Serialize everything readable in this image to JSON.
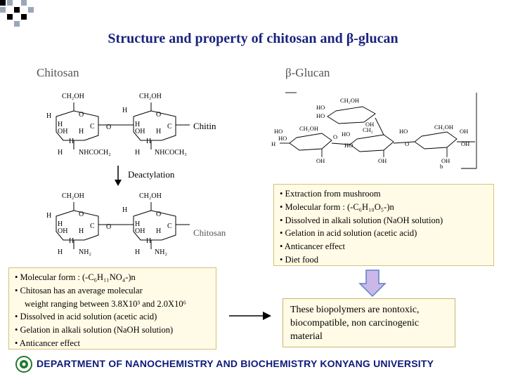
{
  "title": "Structure and property of chitosan and β-glucan",
  "headings": {
    "left": "Chitosan",
    "right": "β-Glucan"
  },
  "chitin_structure": {
    "label": "Chitin",
    "groups": {
      "ch2oh": "CH₂OH",
      "h": "H",
      "o": "O",
      "oh": "OH",
      "c": "C",
      "nhcoch2": "NHCOCH₂",
      "nhcoch3": "NHCOCH₃"
    }
  },
  "deacetylation": {
    "label": "Deactylation"
  },
  "chitosan_structure": {
    "label": "Chitosan",
    "groups": {
      "ch2oh": "CH₂OH",
      "h": "H",
      "o": "O",
      "oh": "OH",
      "c": "C",
      "nh2": "NH₂"
    }
  },
  "glucan_structure": {
    "groups": {
      "ch2oh": "CH₂OH",
      "ch2": "CH₂",
      "h": "H",
      "ho": "HO",
      "oh": "OH",
      "o": "O"
    },
    "corner_label": "b"
  },
  "chitosan_box": {
    "lines": [
      "• Molecular form : (-C₆H₁₁NO₄-)n",
      "• Chitosan has an average molecular",
      "weight ranging between 3.8X10³ and 2.0X10⁶",
      "• Dissolved in acid solution (acetic acid)",
      "• Gelation in alkali solution (NaOH solution)",
      "• Anticancer effect"
    ]
  },
  "glucan_box": {
    "lines": [
      "• Extraction from mushroom",
      "• Molecular form : (-C₆H₁₀O₅-)n",
      "• Dissolved in alkali solution (NaOH solution)",
      "• Gelation in acid solution (acetic acid)",
      "• Anticancer effect",
      "• Diet food"
    ]
  },
  "conclusion": {
    "lines": [
      "These biopolymers are nontoxic,",
      "biocompatible, non carcinogenic",
      "material"
    ]
  },
  "footer": {
    "text": "DEPARTMENT OF NANOCHEMISTRY AND BIOCHEMISTRY KONYANG UNIVERSITY"
  },
  "colors": {
    "title": "#1a237e",
    "box_fill": "#fffbe6",
    "arrow_fill": "#c9b8e8",
    "arrow_stroke": "#5d7fc9",
    "footer": "#0d1a7a",
    "logo": "#1f7a2e"
  }
}
